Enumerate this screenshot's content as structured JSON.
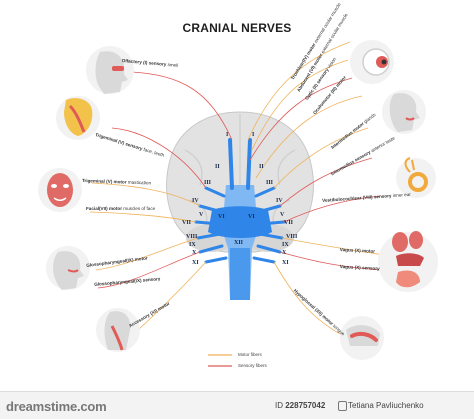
{
  "title": "CRANIAL NERVES",
  "left_labels": [
    {
      "name": "Olfactory (I) sensory",
      "note": "smell"
    },
    {
      "name": "Trigeminal (V) sensory",
      "note": "face, teeth"
    },
    {
      "name": "Trigeminal (V) motor",
      "note": "mastication"
    },
    {
      "name": "Facial(VII) motor",
      "note": "muscles of face"
    },
    {
      "name": "Glossopharyngeal(IX) motor",
      "note": ""
    },
    {
      "name": "Glossopharyngeal(IX) sensory",
      "note": ""
    },
    {
      "name": "Accessory (XI) motor",
      "note": ""
    }
  ],
  "right_labels": [
    {
      "name": "Trochlear(IV) motor",
      "note": "external ocular muscle"
    },
    {
      "name": "Abducent (VI) motor",
      "note": "external ocular muscle"
    },
    {
      "name": "Optic (II) sensory",
      "note": "vision"
    },
    {
      "name": "Oculomotor (III) motor",
      "note": ""
    },
    {
      "name": "Intermedius motor",
      "note": "glands"
    },
    {
      "name": "Intermedius sensory",
      "note": "anterior taste"
    },
    {
      "name": "Vestibulocochlear (VIII) sensory",
      "note": "inner ear"
    },
    {
      "name": "Vagus (X) motor",
      "note": ""
    },
    {
      "name": "Vagus (X) sensory",
      "note": ""
    },
    {
      "name": "Hypoglossal (XII) motor",
      "note": "tongue"
    }
  ],
  "nerve_numerals": [
    "I",
    "I",
    "II",
    "II",
    "III",
    "III",
    "IV",
    "IV",
    "V",
    "V",
    "VI",
    "VI",
    "VII",
    "VII",
    "VIII",
    "VIII",
    "IX",
    "IX",
    "X",
    "X",
    "XI",
    "XI",
    "XII"
  ],
  "legend": {
    "motor": "Motor fibers",
    "sensory": "Sensory fibers"
  },
  "colors": {
    "motor": "#f0b25a",
    "sensory": "#e05a57",
    "nerve_blue": "#2f86e8",
    "brain": "#e0e0e0"
  },
  "footer": {
    "watermark": "dreamstime.com",
    "id_label": "ID",
    "id_value": "228757042",
    "author": "Tetiana Pavliuchenko"
  }
}
